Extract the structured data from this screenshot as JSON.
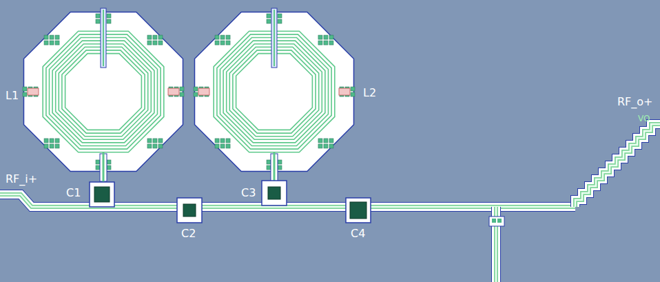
{
  "diagram": {
    "labels": [
      "L1",
      "L2",
      "C1",
      "C2",
      "C3",
      "C4",
      "RF_i+",
      "RF_o+",
      "VO"
    ]
  }
}
